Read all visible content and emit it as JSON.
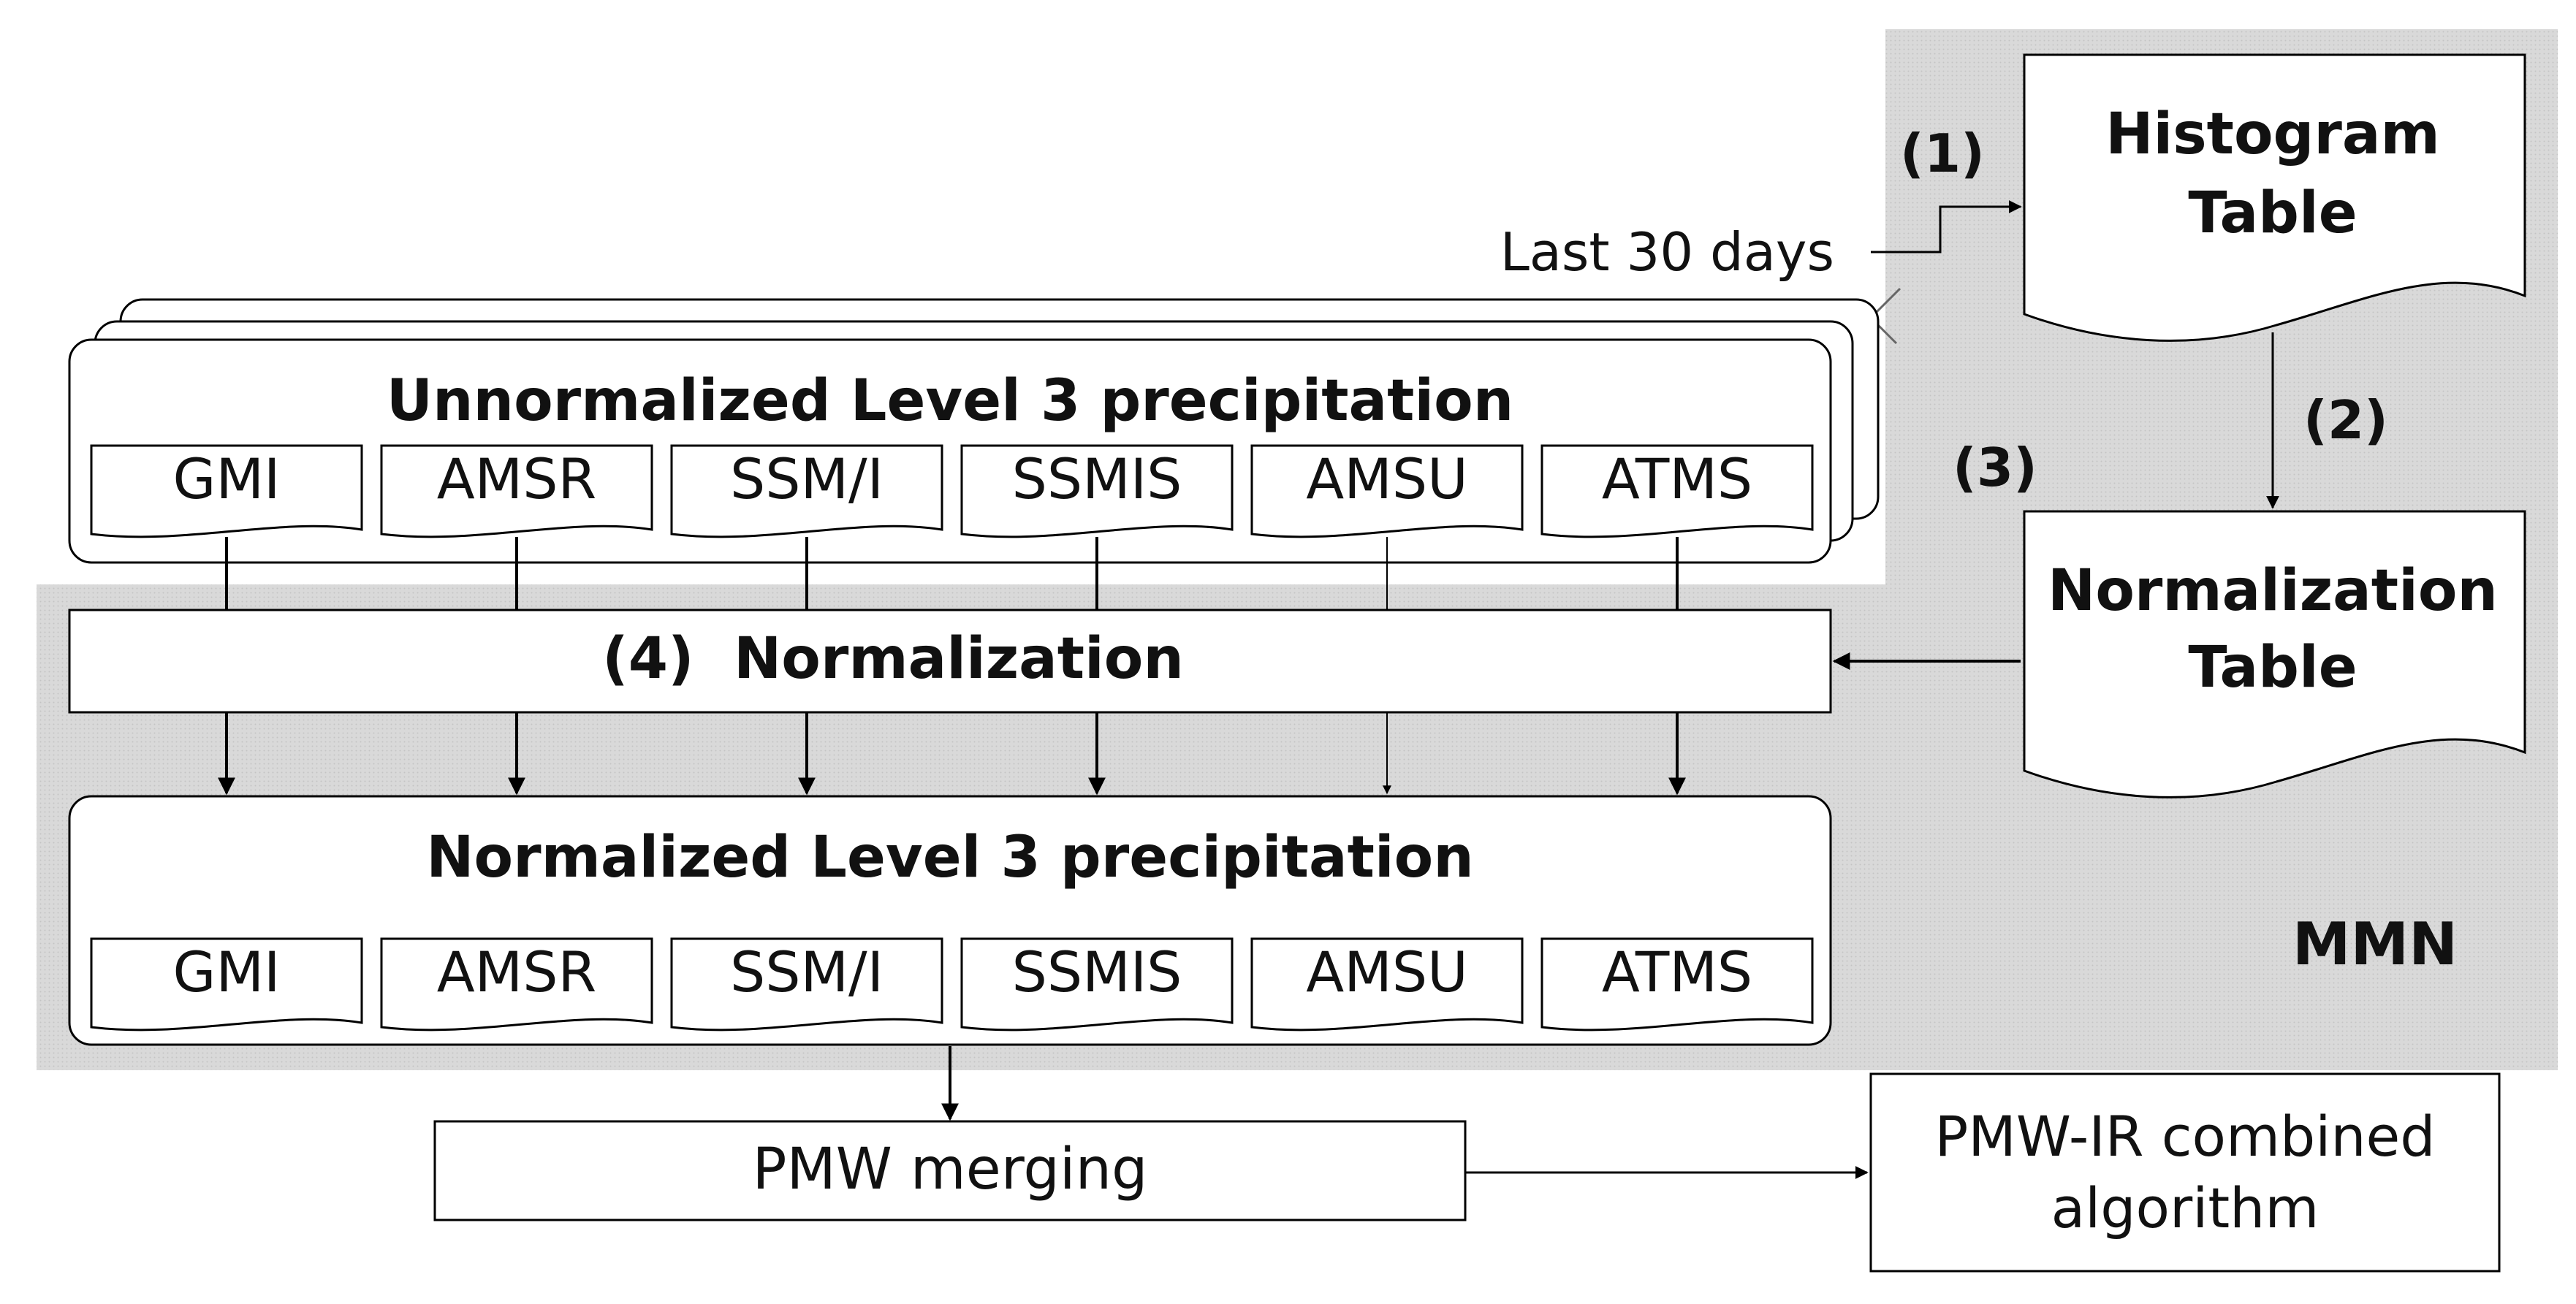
{
  "colors": {
    "mmn_background": "#d9d9d9",
    "stroke": "#000000",
    "box_fill": "#ffffff"
  },
  "labels": {
    "step1": "(1)",
    "step2": "(2)",
    "step3": "(3)",
    "last_30_days": "Last 30 days",
    "histogram_table": [
      "Histogram",
      "Table"
    ],
    "normalization_table": [
      "Normalization",
      "Table"
    ],
    "unnormalized_title": "Unnormalized Level 3 precipitation",
    "normalization_step": "(4)  Normalization",
    "normalized_title": "Normalized Level 3 precipitation",
    "mmn": "MMN",
    "pmw_merging": "PMW merging",
    "pmw_ir": [
      "PMW-IR combined",
      "algorithm"
    ]
  },
  "sensors": [
    "GMI",
    "AMSR",
    "SSM/I",
    "SSMIS",
    "AMSU",
    "ATMS"
  ]
}
